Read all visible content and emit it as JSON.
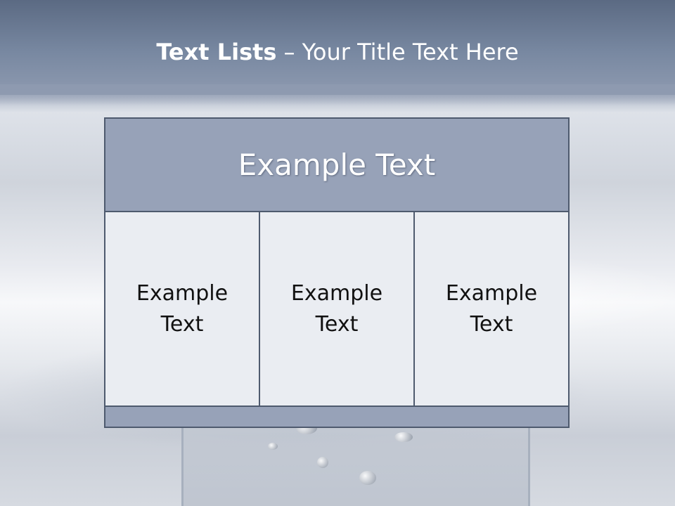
{
  "slide": {
    "title_bold": "Text Lists",
    "title_rest": "– Your Title Text Here"
  },
  "table": {
    "header": "Example Text",
    "columns": [
      {
        "text": "Example Text"
      },
      {
        "text": "Example Text"
      },
      {
        "text": "Example Text"
      }
    ]
  },
  "colors": {
    "header_band": "#6f7f98",
    "table_header": "#97a2b8",
    "table_cell": "#eaedf2",
    "table_border": "#4e5a6e"
  },
  "background_icon": "glass-of-water-image"
}
